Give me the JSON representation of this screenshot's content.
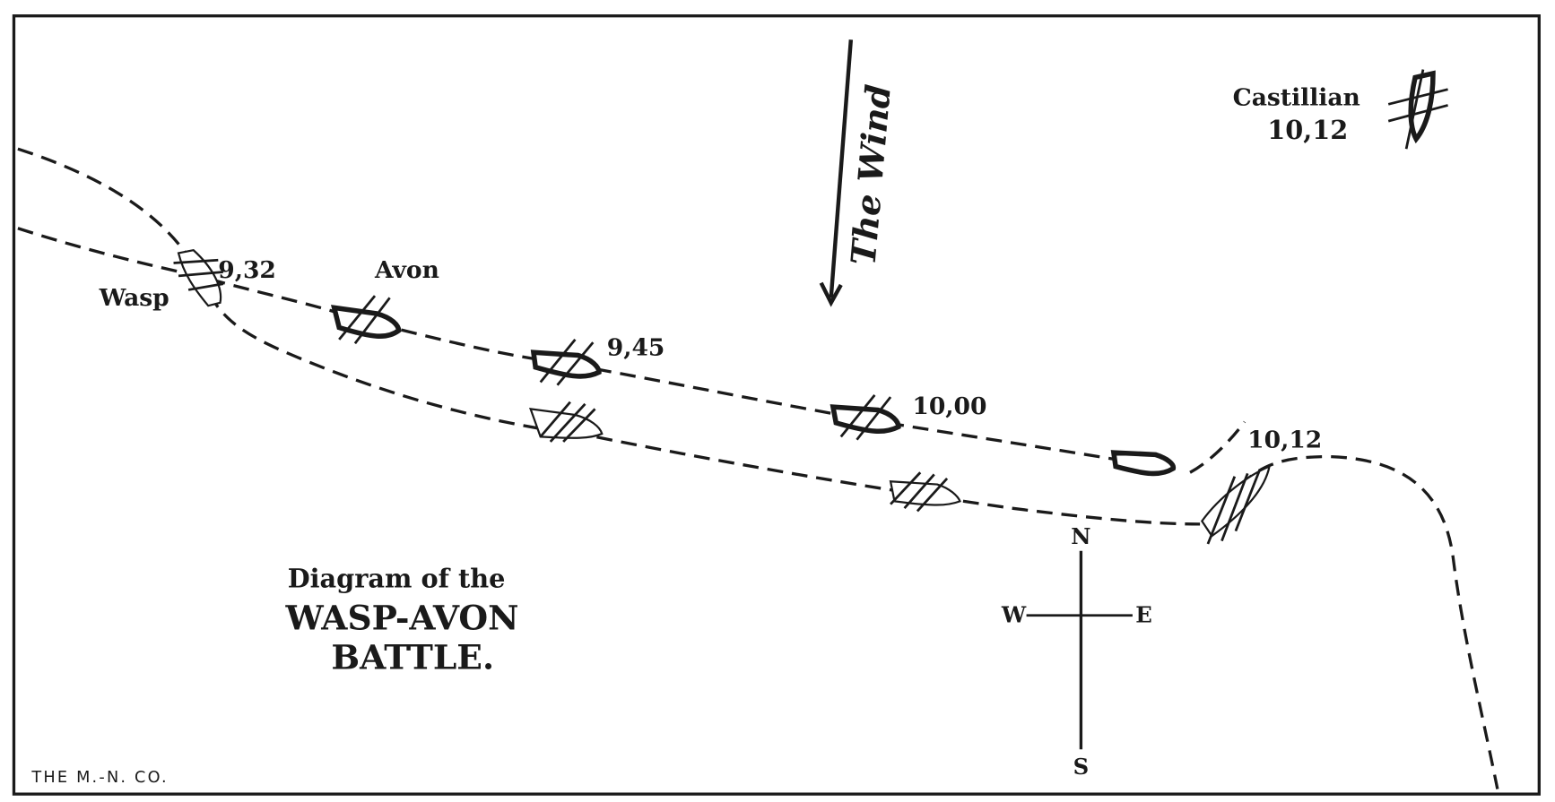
{
  "title": {
    "line1": "Diagram of the",
    "line2": "WASP-AVON",
    "line3": "BATTLE."
  },
  "wind_label": "The Wind",
  "ships": {
    "wasp": "Wasp",
    "avon": "Avon",
    "castillian": "Castillian"
  },
  "times": {
    "t932": "9,32",
    "t945": "9,45",
    "t1000": "10,00",
    "t1012": "10,12",
    "castillian_time": "10,12"
  },
  "compass": {
    "n": "N",
    "s": "S",
    "e": "E",
    "w": "W"
  },
  "credit": "THE M.-N. CO.",
  "colors": {
    "ink": "#1a1a1a",
    "paper": "#ffffff"
  }
}
